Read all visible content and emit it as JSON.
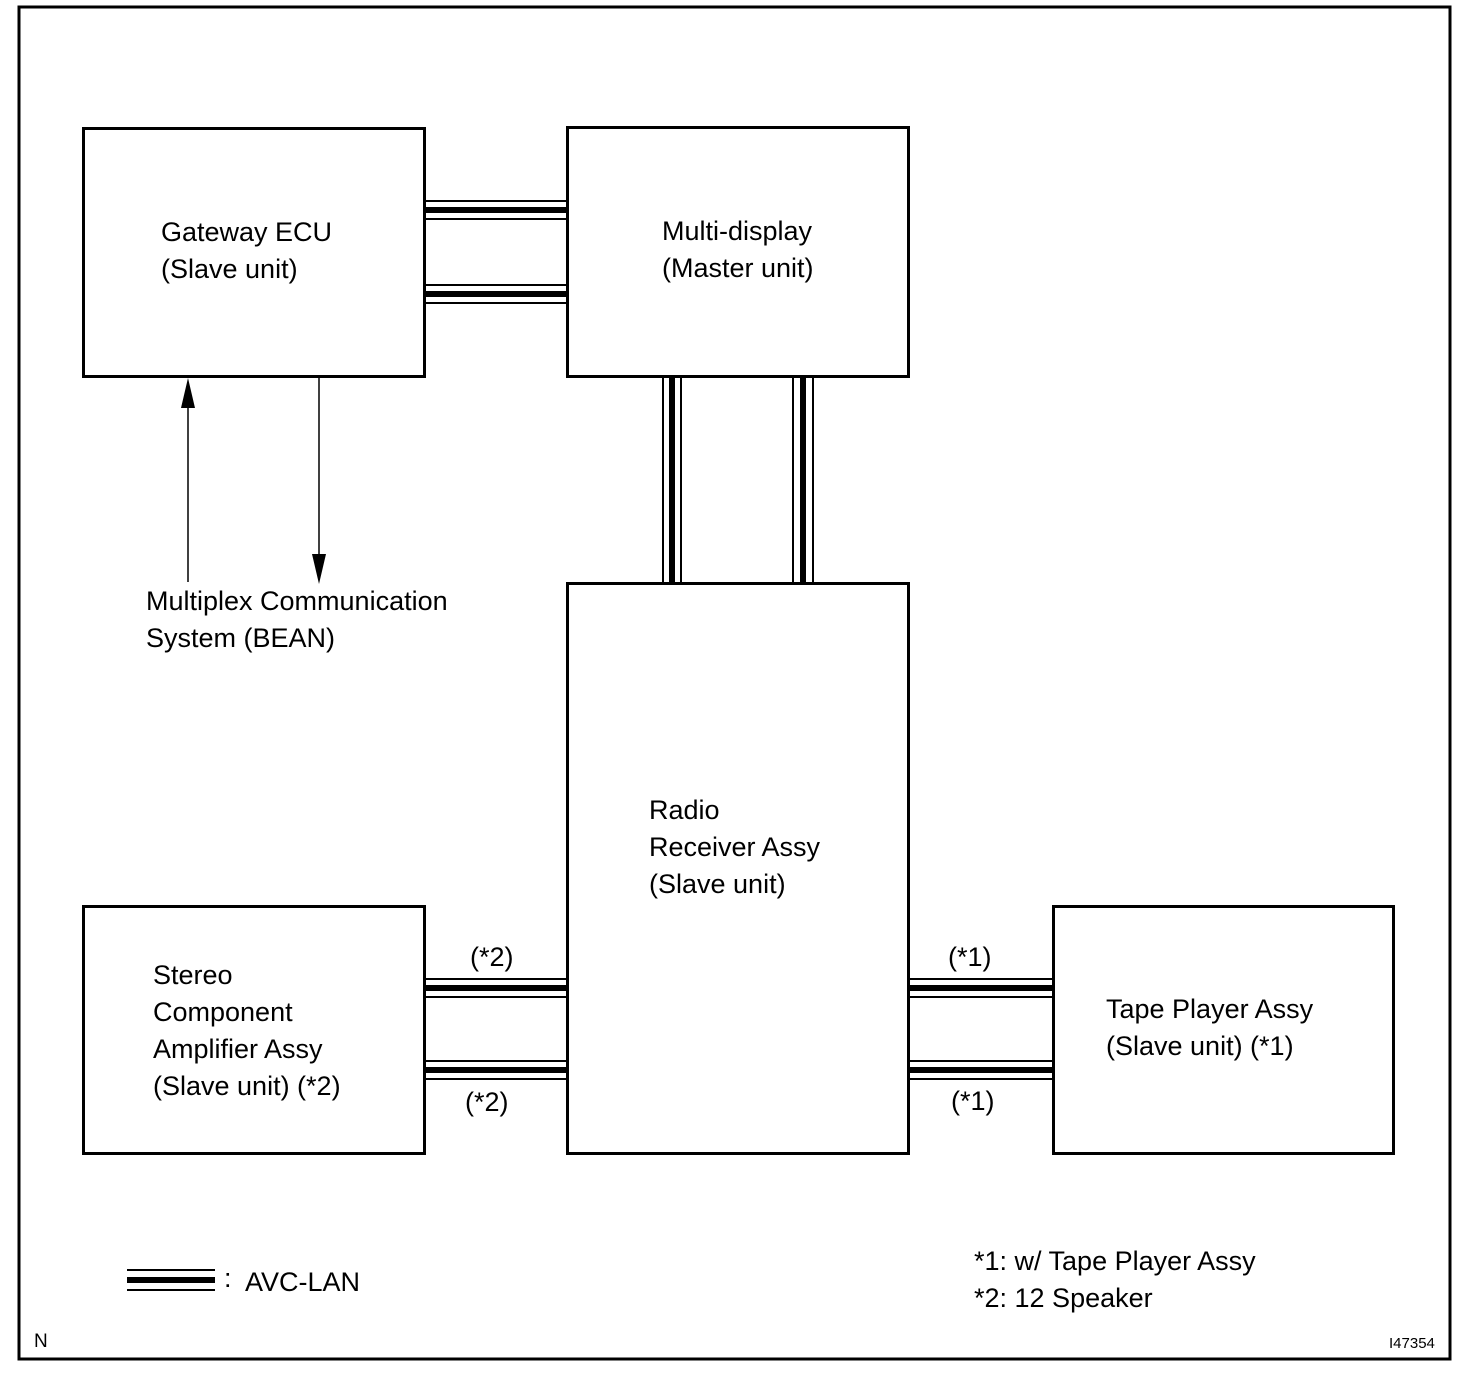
{
  "blocks": {
    "gateway": {
      "line1": "Gateway ECU",
      "line2": "(Slave unit)"
    },
    "multi_display": {
      "line1": "Multi-display",
      "line2": "(Master unit)"
    },
    "radio": {
      "line1": "Radio",
      "line2": "Receiver Assy",
      "line3": "(Slave unit)"
    },
    "amplifier": {
      "line1": "Stereo",
      "line2": "Component",
      "line3": "Amplifier Assy",
      "line4": "(Slave unit) (*2)"
    },
    "tape": {
      "line1": "Tape Player Assy",
      "line2": "(Slave unit) (*1)"
    }
  },
  "bean": {
    "line1": "Multiplex Communication",
    "line2": "System (BEAN)"
  },
  "connection_notes": {
    "amp_top": "(*2)",
    "amp_bottom": "(*2)",
    "tape_top": "(*1)",
    "tape_bottom": "(*1)"
  },
  "legend": {
    "colon": ":",
    "label": "AVC-LAN"
  },
  "footnotes": {
    "note1": "*1: w/ Tape Player Assy",
    "note2": "*2: 12 Speaker"
  },
  "corner": {
    "left": "N",
    "right": "I47354"
  }
}
